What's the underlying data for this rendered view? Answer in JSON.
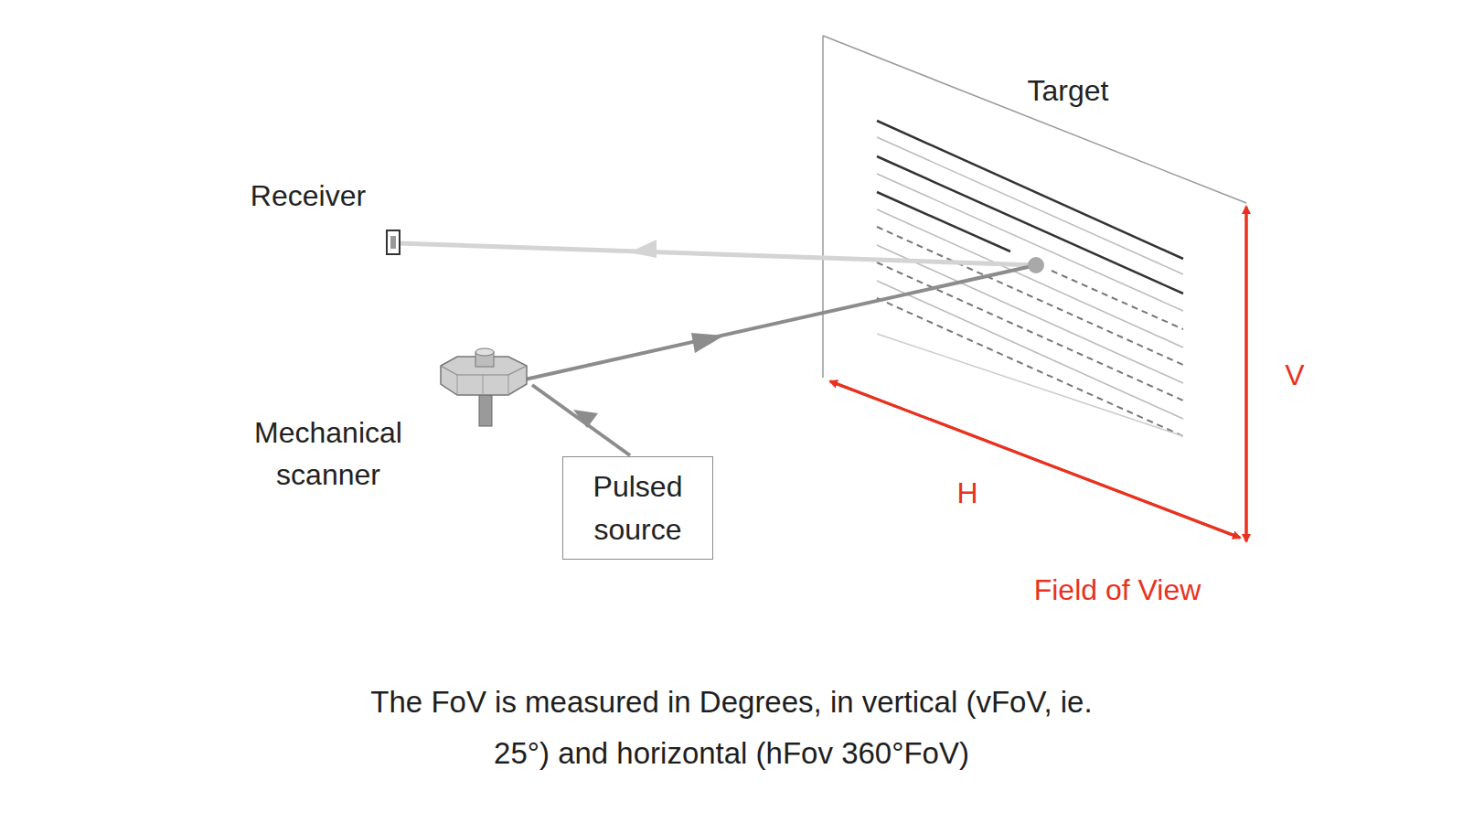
{
  "diagram": {
    "caption": "The FoV is measured in Degrees, in vertical (vFoV, ie. 25°) and horizontal (hFov 360°FoV)",
    "nodes": [
      {
        "text": [
          "Pulsed source"
        ]
      }
    ],
    "labels": [
      "Target",
      "Receiver",
      "Mechanical scanner",
      "H",
      "V",
      "Field of View"
    ]
  }
}
